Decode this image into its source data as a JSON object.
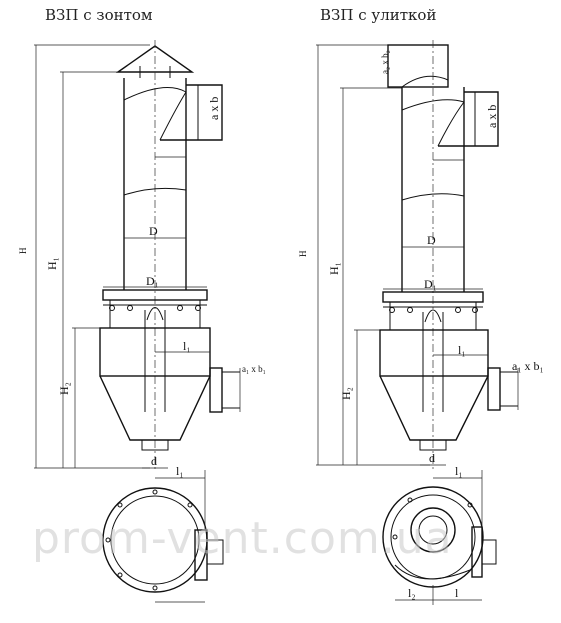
{
  "titles": {
    "left": "ВЗП с зонтом",
    "right": "ВЗП с улиткой"
  },
  "left_drawing": {
    "labels": {
      "ab": "a x b",
      "D": "D",
      "D1": "D₁",
      "l1": "l₁",
      "a1b1": "a₁ x b₁",
      "d": "d",
      "l1_bottom": "l₁",
      "H1": "H₁",
      "H2": "H₂",
      "H": "H"
    }
  },
  "right_drawing": {
    "labels": {
      "a2b2": "a₂ x b₂",
      "ab": "a x b",
      "D": "D",
      "D1": "D₁",
      "l1": "l₁",
      "a1b1": "a₁ x b₁",
      "d": "d",
      "l1_bottom": "l₁",
      "l2": "l₂",
      "l": "l",
      "H1": "H₁",
      "H2": "H₂",
      "H": "H"
    }
  },
  "watermark": "prom-vent.com.ua"
}
